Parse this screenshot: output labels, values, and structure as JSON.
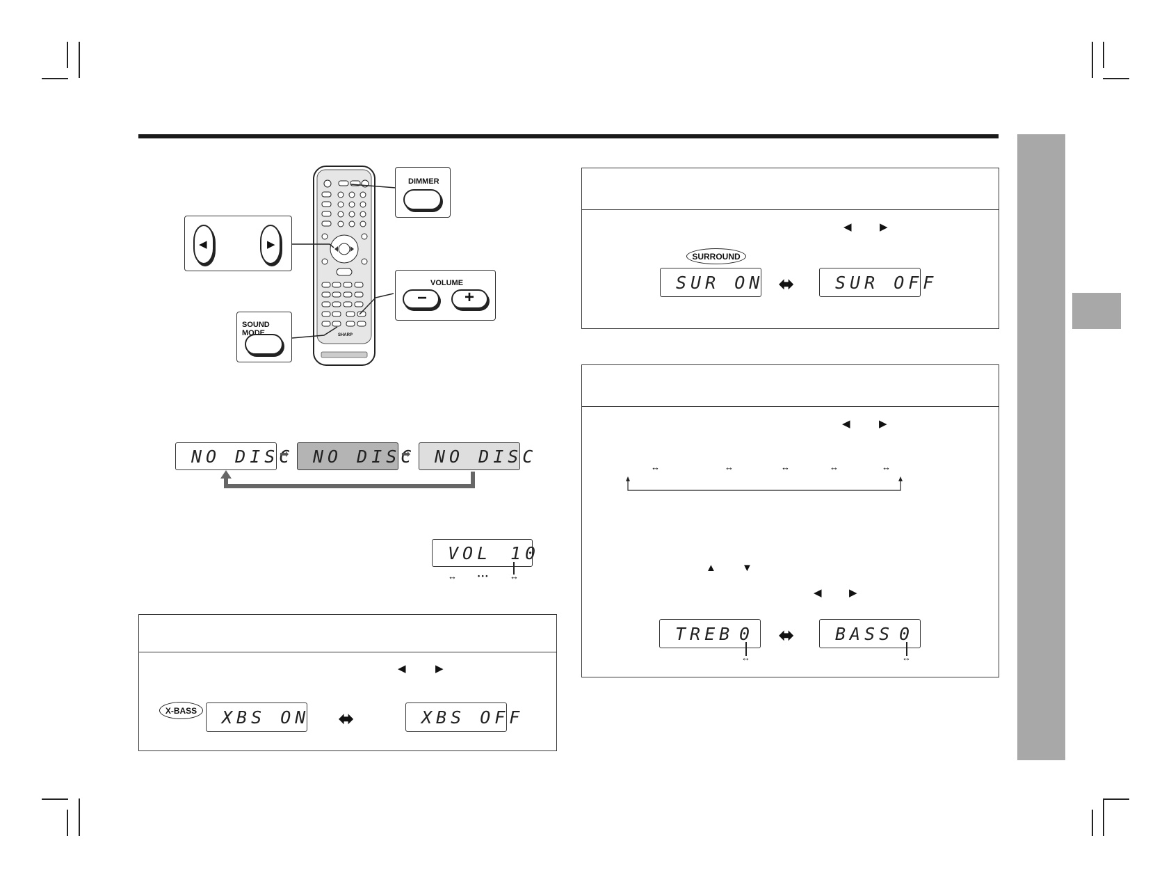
{
  "remote": {
    "brand": "SHARP",
    "callouts": {
      "dimmer": "DIMMER",
      "volume": "VOLUME",
      "sound_mode": "SOUND MODE",
      "minus": "−",
      "plus": "+"
    }
  },
  "dimmer_sequence": {
    "displays": [
      "NO DISC",
      "NO DISC",
      "NO DISC"
    ],
    "states": [
      "bright",
      "dim",
      "dimmer"
    ]
  },
  "volume_display": {
    "label": "VOL",
    "value": "10"
  },
  "xbass_panel": {
    "indicator": "X-BASS",
    "display_on": "XBS ON",
    "display_off": "XBS OFF"
  },
  "surround_panel": {
    "indicator": "SURROUND",
    "display_on": "SUR ON",
    "display_off": "SUR OFF"
  },
  "tone_panel": {
    "display_treble_label": "TREB",
    "display_treble_value": "0",
    "display_bass_label": "BASS",
    "display_bass_value": "0"
  },
  "icons": {
    "left_button": "left-triangle-icon",
    "right_button": "right-triangle-icon",
    "left": "◀",
    "right": "▶",
    "up": "▲",
    "down": "▼",
    "double_arrow": "⬌",
    "small_double_arrow": "↔",
    "next_arrow": "➡",
    "ellipsis": "• • •"
  },
  "colors": {
    "side_tab": "#a8a8a8",
    "dim_display": "#b4b4b4",
    "dimmer_display": "#dedede",
    "loop_arrow": "#666666"
  }
}
